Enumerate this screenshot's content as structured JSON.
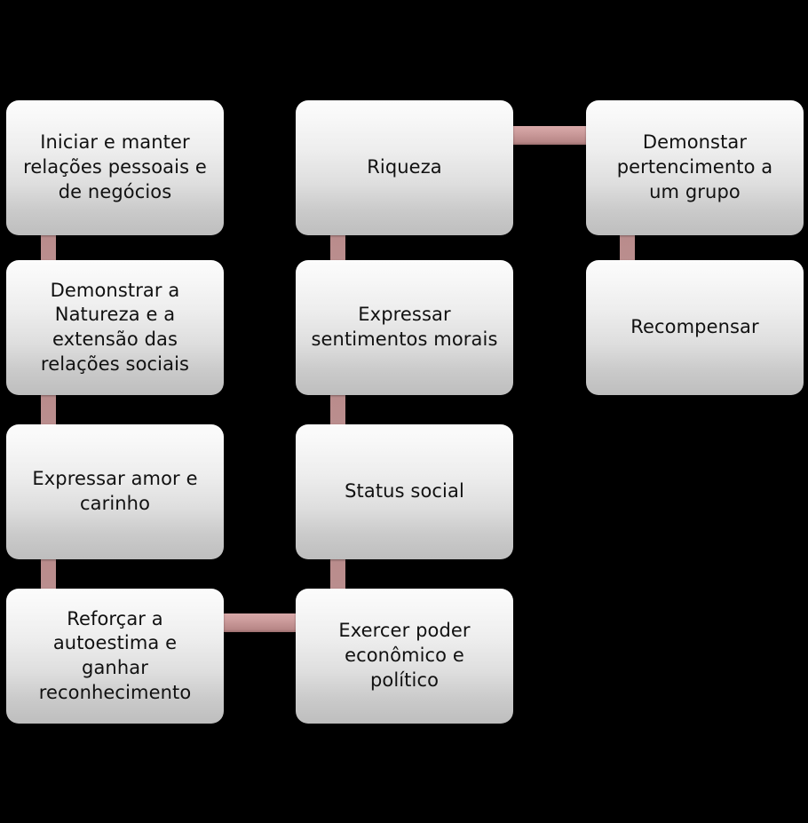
{
  "diagram": {
    "type": "flowchart",
    "title": "",
    "background_color": "#000000",
    "node_fill_top": "#fcfcfc",
    "node_fill_bottom": "#bebebe",
    "node_text_color": "#111111",
    "connector_color": "#bb8e8e",
    "nodes": [
      {
        "id": "n1",
        "label": "Iniciar e manter\nrelações pessoais e\nde negócios",
        "column": 1,
        "row": 1
      },
      {
        "id": "n2",
        "label": "Demonstrar a\nNatureza e a\nextensão das\nrelações sociais",
        "column": 1,
        "row": 2
      },
      {
        "id": "n3",
        "label": "Expressar amor e\ncarinho",
        "column": 1,
        "row": 3
      },
      {
        "id": "n4",
        "label": "Reforçar a\nautoestima e\nganhar\nreconhecimento",
        "column": 1,
        "row": 4
      },
      {
        "id": "n5",
        "label": "Riqueza",
        "column": 2,
        "row": 1
      },
      {
        "id": "n6",
        "label": "Expressar\nsentimentos morais",
        "column": 2,
        "row": 2
      },
      {
        "id": "n7",
        "label": "Status social",
        "column": 2,
        "row": 3
      },
      {
        "id": "n8",
        "label": "Exercer poder\neconômico e\npolítico",
        "column": 2,
        "row": 4
      },
      {
        "id": "n9",
        "label": "Demonstar\npertencimento a\num grupo",
        "column": 3,
        "row": 1
      },
      {
        "id": "n10",
        "label": "Recompensar",
        "column": 3,
        "row": 2
      }
    ],
    "connectors": [
      {
        "id": "c1",
        "from": "n1",
        "to": "n2",
        "orientation": "vertical"
      },
      {
        "id": "c2",
        "from": "n2",
        "to": "n3",
        "orientation": "vertical"
      },
      {
        "id": "c3",
        "from": "n3",
        "to": "n4",
        "orientation": "vertical"
      },
      {
        "id": "c4",
        "from": "n5",
        "to": "n6",
        "orientation": "vertical"
      },
      {
        "id": "c5",
        "from": "n6",
        "to": "n7",
        "orientation": "vertical"
      },
      {
        "id": "c6",
        "from": "n7",
        "to": "n8",
        "orientation": "vertical"
      },
      {
        "id": "c7",
        "from": "n9",
        "to": "n10",
        "orientation": "vertical"
      },
      {
        "id": "c8",
        "from": "n5",
        "to": "n9",
        "orientation": "horizontal"
      },
      {
        "id": "c9",
        "from": "n4",
        "to": "n8",
        "orientation": "horizontal"
      }
    ]
  }
}
